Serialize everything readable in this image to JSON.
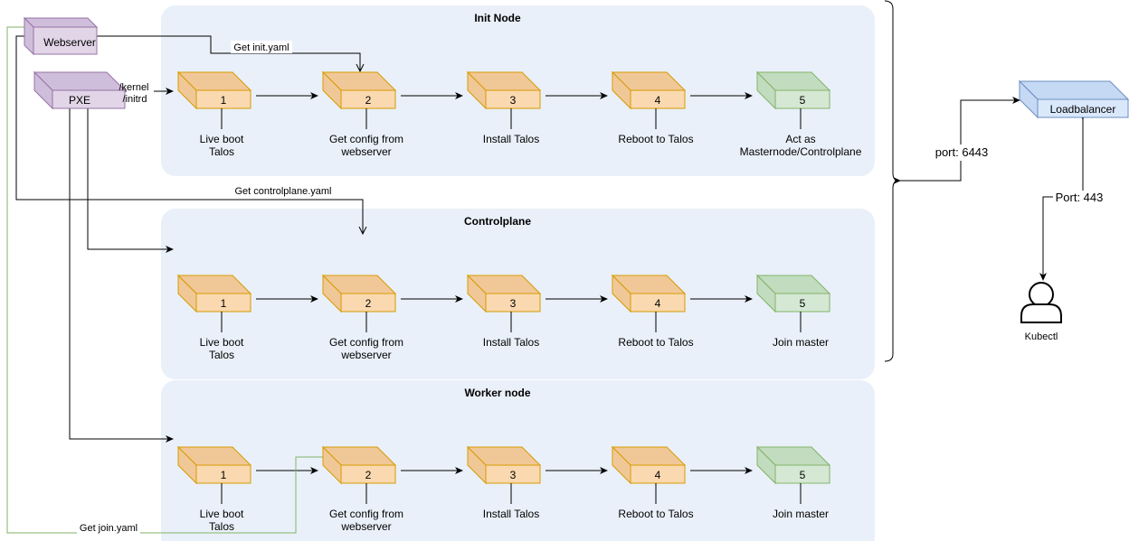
{
  "groups": [
    {
      "title": "Init Node",
      "steps": [
        {
          "num": "1",
          "desc": [
            "Live boot",
            "Talos"
          ]
        },
        {
          "num": "2",
          "desc": [
            "Get config from",
            "webserver"
          ]
        },
        {
          "num": "3",
          "desc": [
            "Install Talos"
          ]
        },
        {
          "num": "4",
          "desc": [
            "Reboot to Talos"
          ]
        },
        {
          "num": "5",
          "desc": [
            "Act as",
            "Masternode/Controlplane"
          ]
        }
      ]
    },
    {
      "title": "Controlplane",
      "steps": [
        {
          "num": "1",
          "desc": [
            "Live boot",
            "Talos"
          ]
        },
        {
          "num": "2",
          "desc": [
            "Get config from",
            "webserver"
          ]
        },
        {
          "num": "3",
          "desc": [
            "Install Talos"
          ]
        },
        {
          "num": "4",
          "desc": [
            "Reboot to Talos"
          ]
        },
        {
          "num": "5",
          "desc": [
            "Join master"
          ]
        }
      ]
    },
    {
      "title": "Worker node",
      "steps": [
        {
          "num": "1",
          "desc": [
            "Live boot",
            "Talos"
          ]
        },
        {
          "num": "2",
          "desc": [
            "Get config from",
            "webserver"
          ]
        },
        {
          "num": "3",
          "desc": [
            "Install Talos"
          ]
        },
        {
          "num": "4",
          "desc": [
            "Reboot to Talos"
          ]
        },
        {
          "num": "5",
          "desc": [
            "Join master"
          ]
        }
      ]
    }
  ],
  "sources": {
    "webserver": "Webserver",
    "pxe": "PXE",
    "pxe_label_line1": "/kernel",
    "pxe_label_line2": "/initrd"
  },
  "edges": {
    "get_init": "Get init.yaml",
    "get_controlplane": "Get controlplane.yaml",
    "get_join": "Get join.yaml",
    "port_6443": "port: 6443",
    "port_443": "Port: 443"
  },
  "loadbalancer": "Loadbalancer",
  "kubectl": "Kubectl",
  "colors": {
    "group_bg": "#e9f0f9",
    "orange_fill": "#fad9b0",
    "orange_top": "#f0c898",
    "orange_stroke": "#d79b00",
    "green_fill": "#d5e8d4",
    "green_top": "#c2dcbf",
    "green_stroke": "#82b366",
    "purple_fill": "#e1d5e7",
    "purple_top": "#cfbedb",
    "purple_stroke": "#9673a6",
    "blue_fill": "#dae8fc",
    "blue_top": "#c5d9f4",
    "blue_stroke": "#6c8ebf",
    "green_line": "#82b366"
  }
}
